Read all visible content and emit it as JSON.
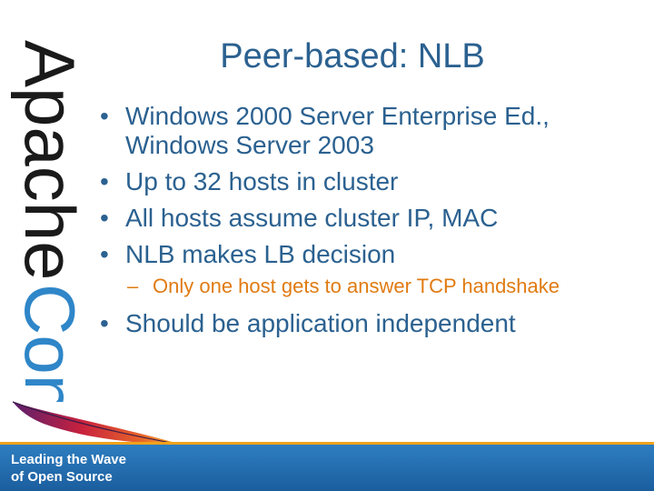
{
  "brand": {
    "logo_part1": "Apache",
    "logo_part2": "Con",
    "tagline_line1": "Leading the Wave",
    "tagline_line2": "of Open Source",
    "colors": {
      "title": "#2b6190",
      "accent": "#e07b12",
      "footer": "#2f7fc2"
    }
  },
  "slide": {
    "title": "Peer-based: NLB",
    "bullets": [
      {
        "text": "Windows 2000 Server Enterprise Ed., Windows Server 2003"
      },
      {
        "text": "Up to 32 hosts in cluster"
      },
      {
        "text": "All hosts assume cluster IP, MAC"
      },
      {
        "text": "NLB makes LB decision"
      },
      {
        "text": "Should be application independent"
      }
    ],
    "subbullets": [
      {
        "text": "Only one host gets to answer TCP handshake"
      }
    ]
  }
}
